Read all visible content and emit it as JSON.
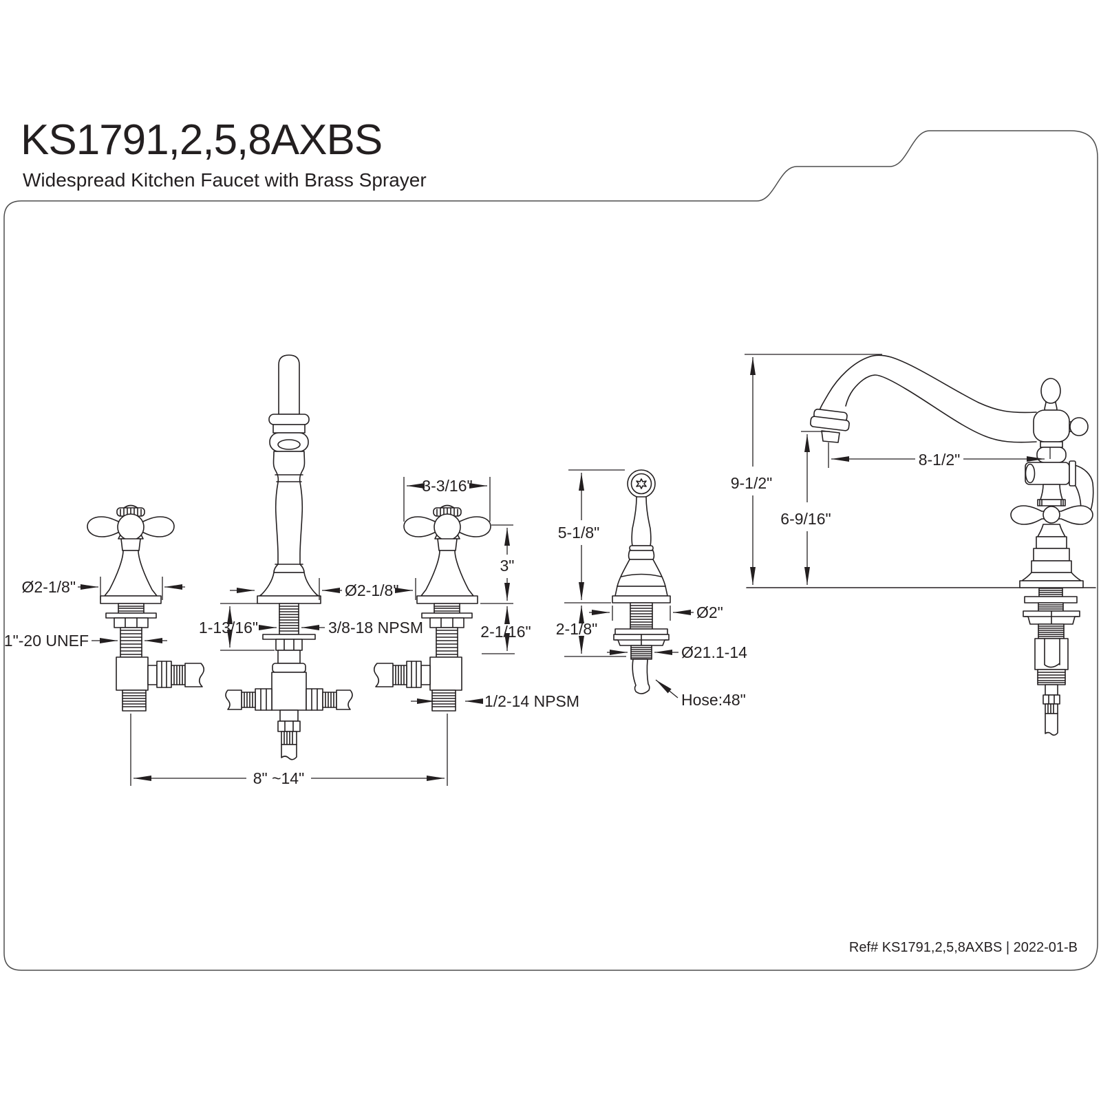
{
  "title": "KS1791,2,5,8AXBS",
  "subtitle": "Widespread Kitchen Faucet with Brass Sprayer",
  "footer": {
    "ref": "Ref# KS1791,2,5,8AXBS | 2022-01-B"
  },
  "colors": {
    "line": "#231f20",
    "border": "#4d4d4d",
    "background": "#ffffff"
  },
  "dimensions": {
    "left_handle_diameter": "Ø2-1/8\"",
    "left_handle_thread": "1\"-20 UNEF",
    "spout_shank_length": "1-13/16\"",
    "spout_shank_thread": "3/8-18 NPSM",
    "shared_handle_diameter": "Ø2-1/8\"",
    "handle_width": "3-3/16\"",
    "handle_height": "3\"",
    "handle_shank_length": "2-1/16\"",
    "handle_outlet_thread": "1/2-14 NPSM",
    "handle_spread": "8\" ~14\"",
    "sprayer_height": "5-1/8\"",
    "sprayer_shank_length": "2-1/8\"",
    "sprayer_base_diameter": "Ø2\"",
    "sprayer_mount_thread": "Ø21.1-14",
    "hose_length": "Hose:48\"",
    "overall_height": "9-1/2\"",
    "spout_outlet_height": "6-9/16\"",
    "spout_reach": "8-1/2\""
  }
}
